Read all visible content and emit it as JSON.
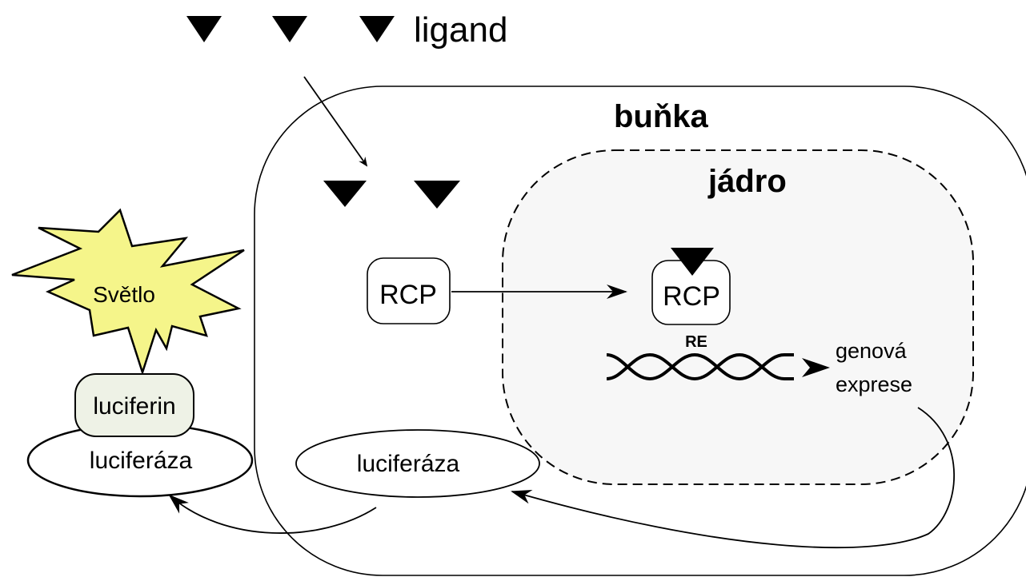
{
  "labels": {
    "ligand": "ligand",
    "cell": "buňka",
    "nucleus": "jádro",
    "receptor_cytoplasm": "RCP",
    "receptor_nucleus": "RCP",
    "response_element": "RE",
    "gene_expression_line1": "genová",
    "gene_expression_line2": "exprese",
    "luciferase_inside": "luciferáza",
    "luciferase_outside": "luciferáza",
    "luciferin": "luciferin",
    "light": "Světlo"
  },
  "colors": {
    "light_fill": "#f5f58a",
    "luciferin_fill": "#eef2e6",
    "nucleus_fill": "#f7f7f7",
    "stroke": "#000000"
  }
}
